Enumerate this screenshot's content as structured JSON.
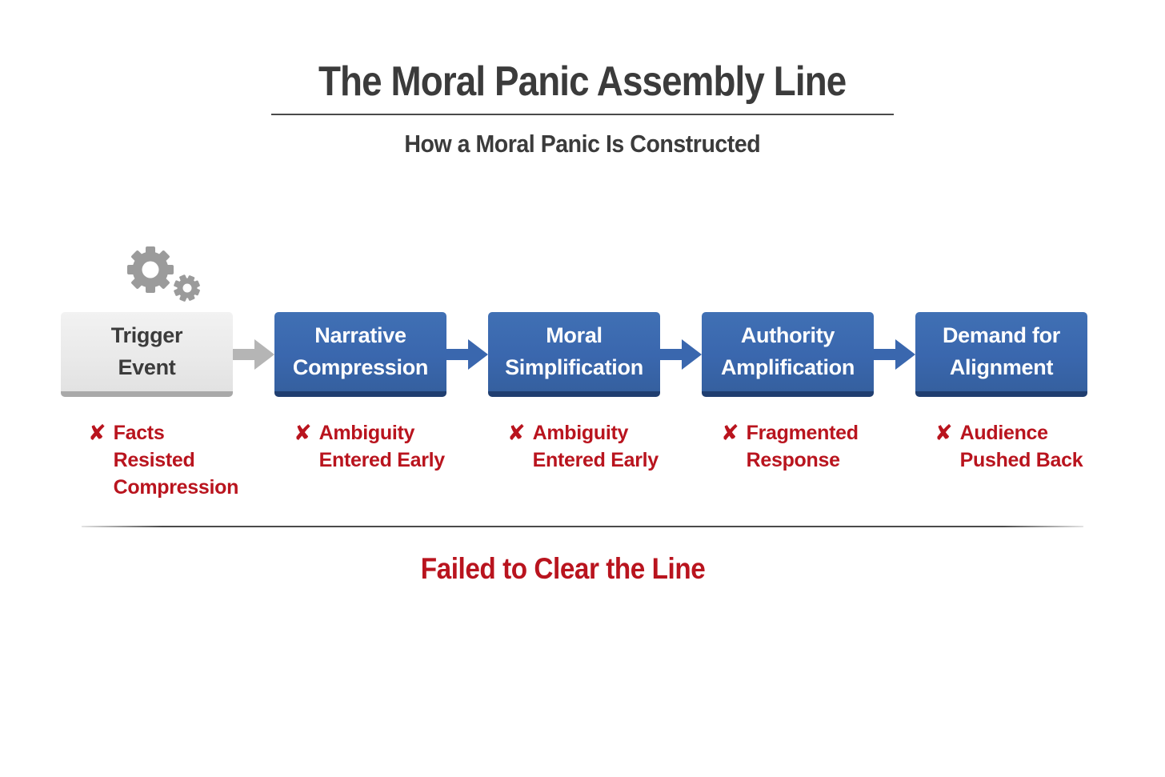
{
  "header": {
    "title": "The Moral Panic Assembly Line",
    "subtitle": "How a Moral Panic Is Constructed"
  },
  "stages": [
    {
      "name": "trigger-event",
      "label_lines": [
        "Trigger",
        "Event"
      ],
      "style": "gray",
      "note_lines": [
        "Facts Resisted",
        "Compression"
      ]
    },
    {
      "name": "narrative-compression",
      "label_lines": [
        "Narrative",
        "Compression"
      ],
      "style": "blue",
      "note_lines": [
        "Ambiguity",
        "Entered Early"
      ]
    },
    {
      "name": "moral-simplification",
      "label_lines": [
        "Moral",
        "Simplification"
      ],
      "style": "blue",
      "note_lines": [
        "Ambiguity",
        "Entered Early"
      ]
    },
    {
      "name": "authority-amplification",
      "label_lines": [
        "Authority",
        "Amplification"
      ],
      "style": "blue",
      "note_lines": [
        "Fragmented",
        "Response"
      ]
    },
    {
      "name": "demand-for-alignment",
      "label_lines": [
        "Demand for",
        "Alignment"
      ],
      "style": "blue",
      "note_lines": [
        "Audience",
        "Pushed Back"
      ]
    }
  ],
  "footer": {
    "failed_label": "Failed to Clear the Line"
  },
  "icons": {
    "cross_glyph": "✘",
    "gear": "gear-icon",
    "arrow": "right-arrow-icon"
  },
  "colors": {
    "box_blue": "#3a67ae",
    "box_blue_shadow": "#203e70",
    "box_gray": "#e9e9e9",
    "box_gray_shadow": "#a9a9a9",
    "alert_red": "#b9141e",
    "text_dark": "#3b3b3b",
    "gear_gray": "#9b9b9b",
    "arrow_gray": "#b5b5b5"
  }
}
